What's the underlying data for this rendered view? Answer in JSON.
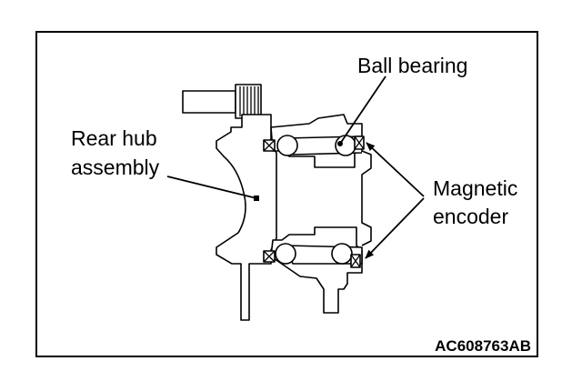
{
  "labels": {
    "ball_bearing": "Ball bearing",
    "rear_hub_line1": "Rear hub",
    "rear_hub_line2": "assembly",
    "magnetic_line1": "Magnetic",
    "magnetic_line2": "encoder"
  },
  "figure_code": "AC608763AB",
  "colors": {
    "ink": "#000000",
    "paper": "#ffffff"
  }
}
